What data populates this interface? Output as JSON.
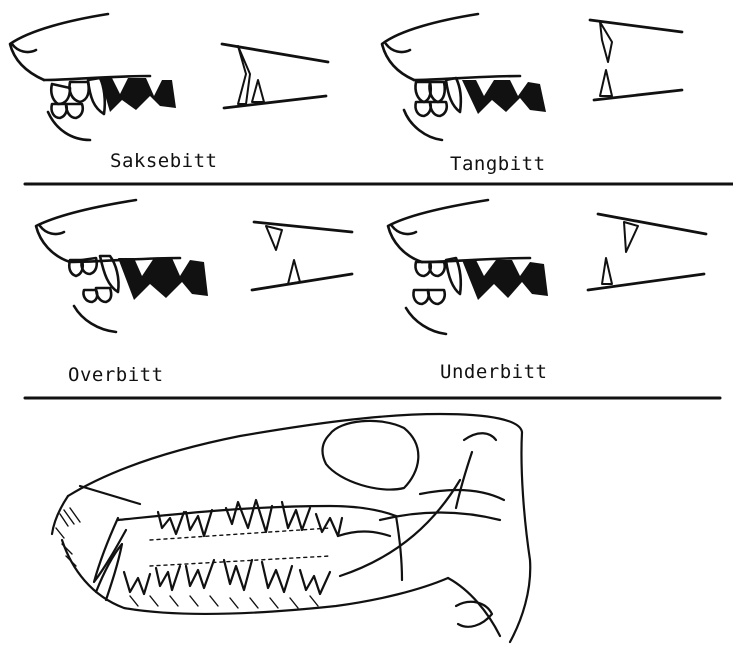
{
  "panels": [
    {
      "label": "Saksebitt"
    },
    {
      "label": "Tangbitt"
    },
    {
      "label": "Overbitt"
    },
    {
      "label": "Underbitt"
    }
  ],
  "colors": {
    "ink": "#111111",
    "paper": "#ffffff"
  }
}
